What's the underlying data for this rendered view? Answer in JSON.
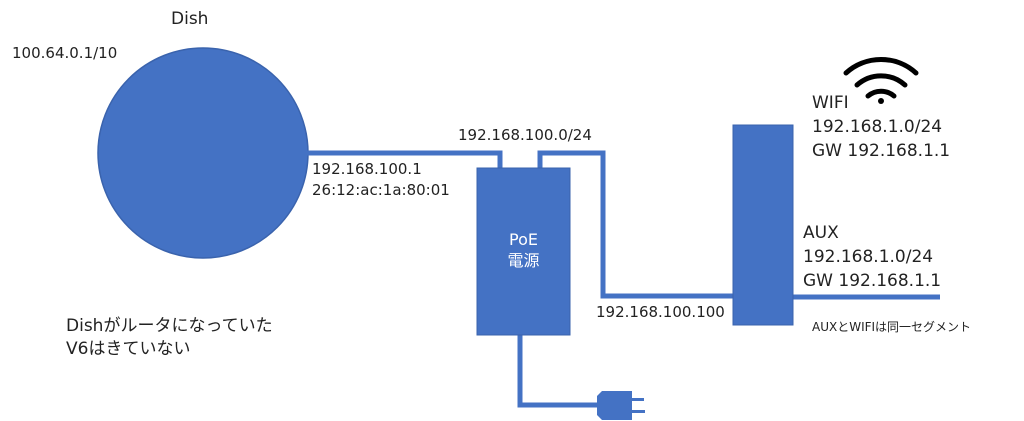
{
  "colors": {
    "accent": "#4472C4"
  },
  "dish": {
    "title": "Dish",
    "ip": "100.64.0.1/10",
    "lan_ip": "192.168.100.1",
    "mac": "26:12:ac:1a:80:01"
  },
  "segment": {
    "subnet": "192.168.100.0/24",
    "router_ip": "192.168.100.100"
  },
  "poe": {
    "line1": "PoE",
    "line2": "電源"
  },
  "router": {
    "wifi_label": "WIFI",
    "wifi_subnet": "192.168.1.0/24",
    "wifi_gw": "GW 192.168.1.1",
    "aux_label": "AUX",
    "aux_subnet": "192.168.1.0/24",
    "aux_gw": "GW 192.168.1.1",
    "note": "AUXとWIFIは同一セグメント"
  },
  "notes": {
    "line1": "Dishがルータになっていた",
    "line2": "V6はきていない"
  },
  "icons": [
    "wifi-icon",
    "power-plug-icon"
  ]
}
